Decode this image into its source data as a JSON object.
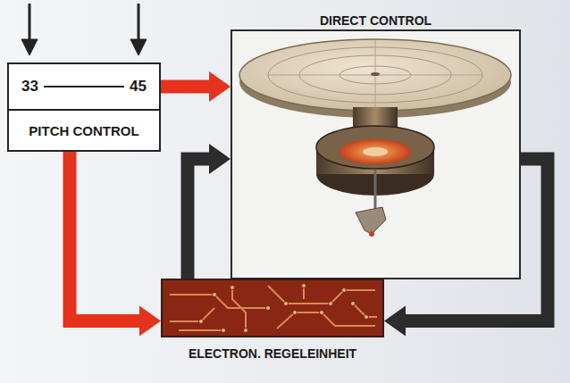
{
  "diagram": {
    "nodes": [
      {
        "text": [
          "33",
          "45",
          "PITCH CONTROL"
        ]
      },
      {
        "text": [
          "DIRECT CONTROL"
        ]
      },
      {
        "text": [
          "ELECTRON. REGELEINHEIT"
        ]
      }
    ],
    "edges": [
      {
        "from": 0,
        "to": 1,
        "arrow": "to"
      },
      {
        "from": 0,
        "to": 2,
        "arrow": "to"
      },
      {
        "from": 2,
        "to": 1,
        "arrow": "to"
      },
      {
        "from": 1,
        "to": 2,
        "arrow": "to"
      }
    ]
  }
}
